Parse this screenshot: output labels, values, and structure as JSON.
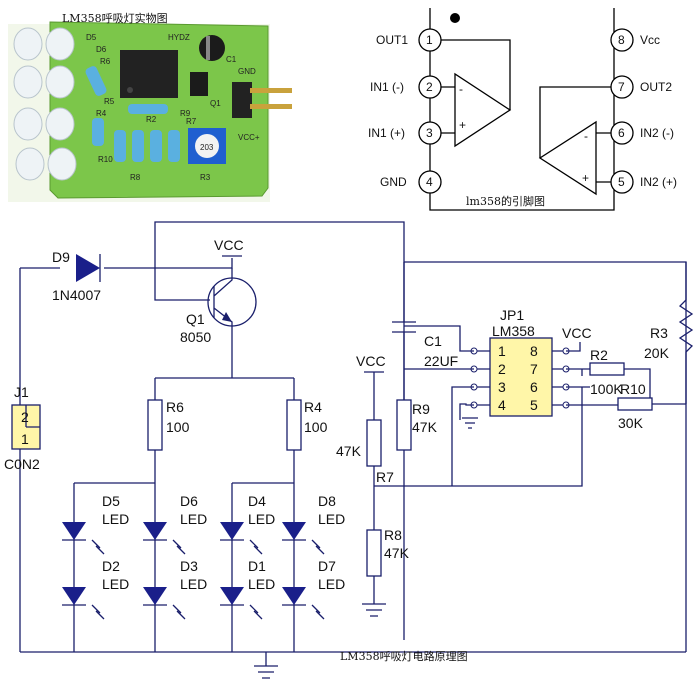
{
  "photo": {
    "caption": "LM358呼吸灯实物图",
    "board_labels": [
      "HYDZ",
      "GND",
      "VCC+",
      "R2",
      "R3",
      "R4",
      "R5",
      "R6",
      "R7",
      "R8",
      "R9",
      "R10",
      "D5",
      "D6",
      "Q1",
      "C1",
      "203"
    ]
  },
  "pinout": {
    "caption": "lm358的引脚图",
    "pins": [
      {
        "num": "1",
        "name": "OUT1"
      },
      {
        "num": "2",
        "name": "IN1 (-)"
      },
      {
        "num": "3",
        "name": "IN1 (+)"
      },
      {
        "num": "4",
        "name": "GND"
      },
      {
        "num": "8",
        "name": "Vcc"
      },
      {
        "num": "7",
        "name": "OUT2"
      },
      {
        "num": "6",
        "name": "IN2 (-)"
      },
      {
        "num": "5",
        "name": "IN2 (+)"
      }
    ],
    "opamp_minus": "-",
    "opamp_plus": "+"
  },
  "schematic": {
    "caption": "LM358呼吸灯电路原理图",
    "vcc": "VCC",
    "d9": {
      "ref": "D9",
      "part": "1N4007"
    },
    "q1": {
      "ref": "Q1",
      "part": "8050"
    },
    "j1": {
      "ref": "J1",
      "pin2": "2",
      "pin1": "1",
      "part": "C0N2"
    },
    "r6": {
      "ref": "R6",
      "val": "100"
    },
    "r4": {
      "ref": "R4",
      "val": "100"
    },
    "leds_top": [
      {
        "ref": "D5",
        "type": "LED"
      },
      {
        "ref": "D6",
        "type": "LED"
      },
      {
        "ref": "D4",
        "type": "LED"
      },
      {
        "ref": "D8",
        "type": "LED"
      }
    ],
    "leds_bottom": [
      {
        "ref": "D2",
        "type": "LED"
      },
      {
        "ref": "D3",
        "type": "LED"
      },
      {
        "ref": "D1",
        "type": "LED"
      },
      {
        "ref": "D7",
        "type": "LED"
      }
    ],
    "c1": {
      "ref": "C1",
      "val": "22UF"
    },
    "jp1": {
      "ref": "JP1",
      "part": "LM358",
      "pins_left": [
        "1",
        "2",
        "3",
        "4"
      ],
      "pins_right": [
        "8",
        "7",
        "6",
        "5"
      ]
    },
    "r2": {
      "ref": "R2",
      "val": "100K"
    },
    "r3": {
      "ref": "R3",
      "val": "20K"
    },
    "r10": {
      "ref": "R10",
      "val": "30K"
    },
    "r9": {
      "ref": "R9",
      "val": "47K"
    },
    "r7": {
      "ref": "R7",
      "val": "47K"
    },
    "r8": {
      "ref": "R8",
      "val": "47K"
    }
  }
}
